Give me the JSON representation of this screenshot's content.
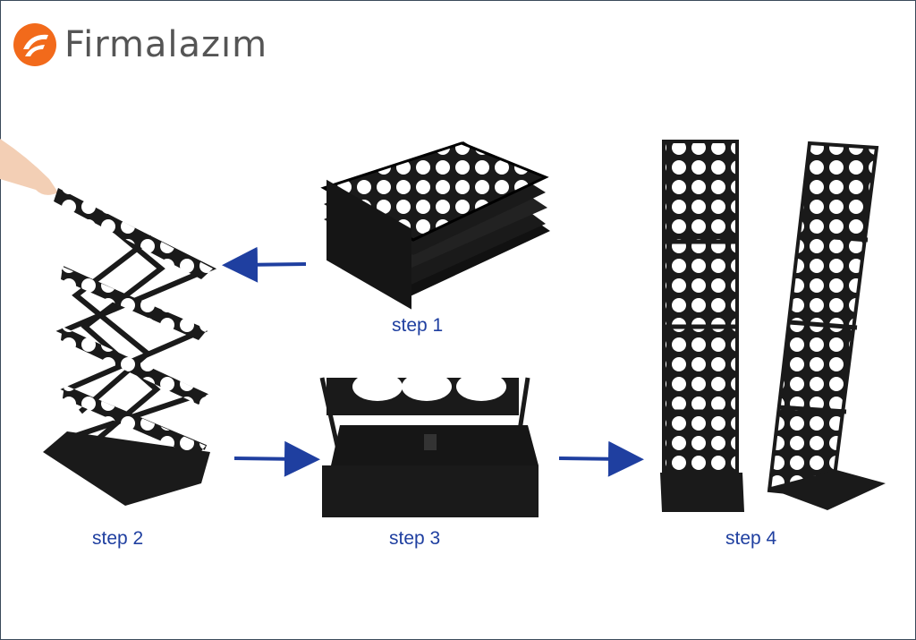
{
  "brand": {
    "name": "Firmalazım",
    "accent": "#f26a1b",
    "text_color": "#555555"
  },
  "steps": [
    {
      "label": "step 1"
    },
    {
      "label": "step 2"
    },
    {
      "label": "step 3"
    },
    {
      "label": "step 4"
    }
  ],
  "colors": {
    "rack": "#1a1a1a",
    "arrow": "#1f3fa0",
    "label": "#1f3fa0"
  },
  "icons": [
    "firmalazim-logo-icon",
    "arrow-left-icon",
    "arrow-right-icon"
  ]
}
